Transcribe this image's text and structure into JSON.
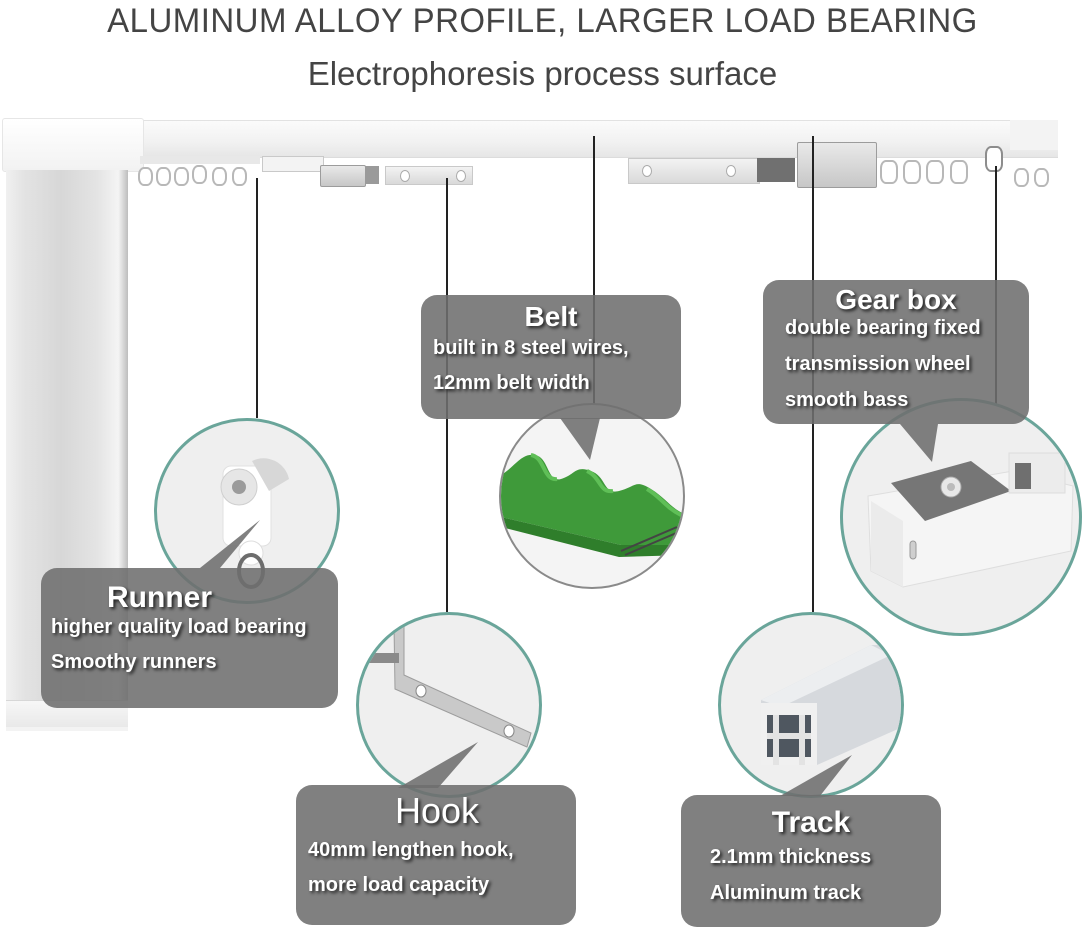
{
  "header": {
    "title": "ALUMINUM ALLOY PROFILE, LARGER LOAD BEARING",
    "subtitle": "Electrophoresis process surface"
  },
  "colors": {
    "title_text": "#444444",
    "callout_bg": "#6e6e6e",
    "callout_text": "#ffffff",
    "circle_border": "#6aa59a",
    "belt_green": "#3f9a3a",
    "leader_line": "#222222"
  },
  "callouts": {
    "belt": {
      "title": "Belt",
      "lines": [
        "built in 8 steel wires,",
        "12mm belt width"
      ]
    },
    "gearbox": {
      "title": "Gear box",
      "lines": [
        "double bearing fixed",
        "transmission wheel",
        "smooth bass"
      ]
    },
    "runner": {
      "title": "Runner",
      "lines": [
        "higher quality load bearing",
        "Smoothy runners"
      ]
    },
    "hook": {
      "title": "Hook",
      "lines": [
        "40mm lengthen hook,",
        "more load capacity"
      ]
    },
    "track": {
      "title": "Track",
      "lines": [
        "2.1mm thickness",
        "Aluminum track"
      ]
    }
  }
}
